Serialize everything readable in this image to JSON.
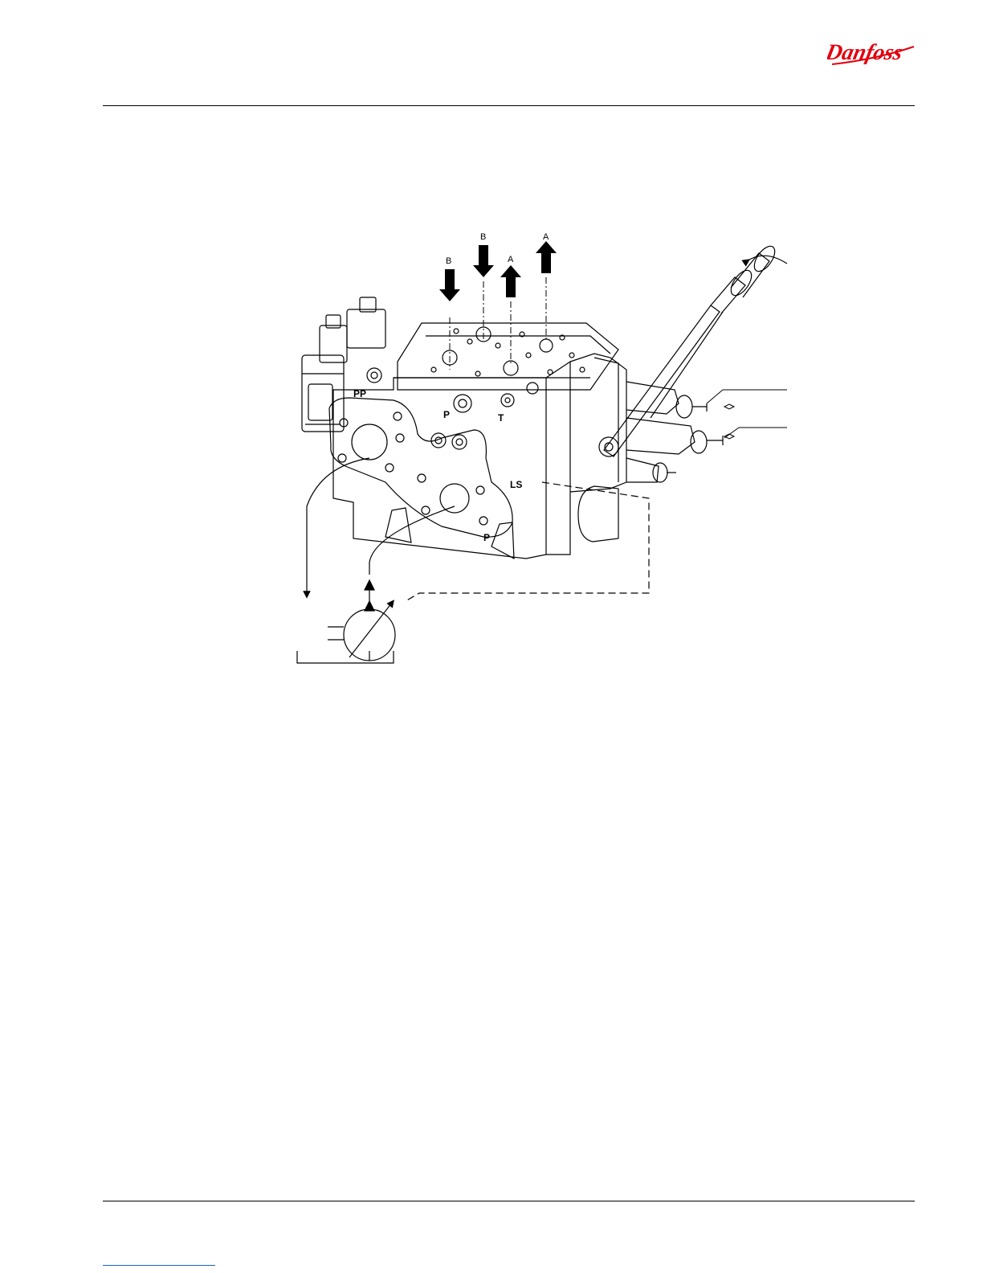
{
  "header": {
    "logo_text": "Danfoss",
    "logo_color": "#e2000f"
  },
  "diagram": {
    "port_labels": {
      "b1": "B",
      "b2": "B",
      "a1": "A",
      "a2": "A",
      "pp": "PP",
      "p_top": "P",
      "t": "T",
      "ls": "LS",
      "p_bottom": "P"
    }
  },
  "colors": {
    "rule": "#000000",
    "link": "#1a5fd0"
  }
}
